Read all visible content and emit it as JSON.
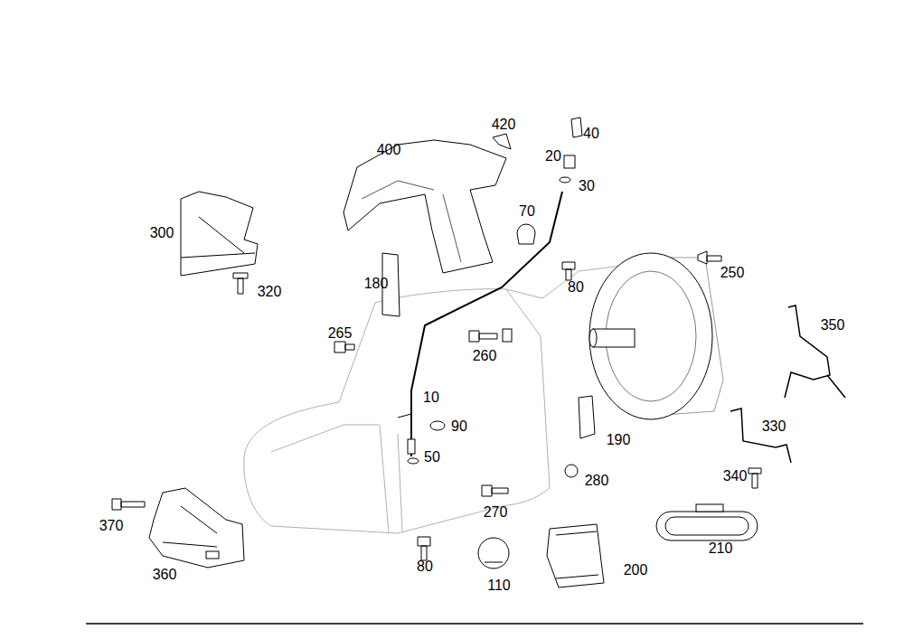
{
  "diagram": {
    "labels": [
      "420",
      "40",
      "400",
      "20",
      "30",
      "70",
      "300",
      "250",
      "80",
      "320",
      "180",
      "350",
      "265",
      "260",
      "10",
      "90",
      "190",
      "330",
      "50",
      "280",
      "340",
      "210",
      "370",
      "270",
      "200",
      "80",
      "360",
      "110"
    ]
  }
}
